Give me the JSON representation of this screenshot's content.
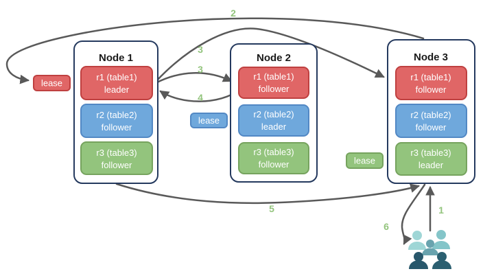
{
  "diagram": {
    "description_colors": {
      "red_fill": "#e06666",
      "red_border": "#bf4040",
      "blue_fill": "#6fa8dc",
      "blue_border": "#5288c4",
      "green_fill": "#93c47d",
      "green_border": "#76a35e",
      "node_border": "#24395e",
      "arrow_gray": "#595959",
      "step_label_green": "#93c47d",
      "people_light_1": "#9fd6d6",
      "people_light_2": "#84c5c9",
      "people_medium": "#69a3ae",
      "people_dark_1": "#28576b",
      "people_dark_2": "#2b5f70"
    },
    "nodes": [
      {
        "title": "Node 1",
        "replicas": [
          {
            "name": "r1 (table1)",
            "role": "leader",
            "color": "red"
          },
          {
            "name": "r2 (table2)",
            "role": "follower",
            "color": "blue"
          },
          {
            "name": "r3 (table3)",
            "role": "follower",
            "color": "green"
          }
        ]
      },
      {
        "title": "Node 2",
        "replicas": [
          {
            "name": "r1 (table1)",
            "role": "follower",
            "color": "red"
          },
          {
            "name": "r2 (table2)",
            "role": "leader",
            "color": "blue"
          },
          {
            "name": "r3 (table3)",
            "role": "follower",
            "color": "green"
          }
        ]
      },
      {
        "title": "Node 3",
        "replicas": [
          {
            "name": "r1 (table1)",
            "role": "follower",
            "color": "red"
          },
          {
            "name": "r2 (table2)",
            "role": "follower",
            "color": "blue"
          },
          {
            "name": "r3 (table3)",
            "role": "leader",
            "color": "green"
          }
        ]
      }
    ],
    "leases": [
      {
        "label": "lease",
        "color": "red"
      },
      {
        "label": "lease",
        "color": "blue"
      },
      {
        "label": "lease",
        "color": "green"
      }
    ],
    "step_labels": {
      "s1": "1",
      "s2": "2",
      "s3a": "3",
      "s3b": "3",
      "s4": "4",
      "s5": "5",
      "s6": "6"
    }
  }
}
